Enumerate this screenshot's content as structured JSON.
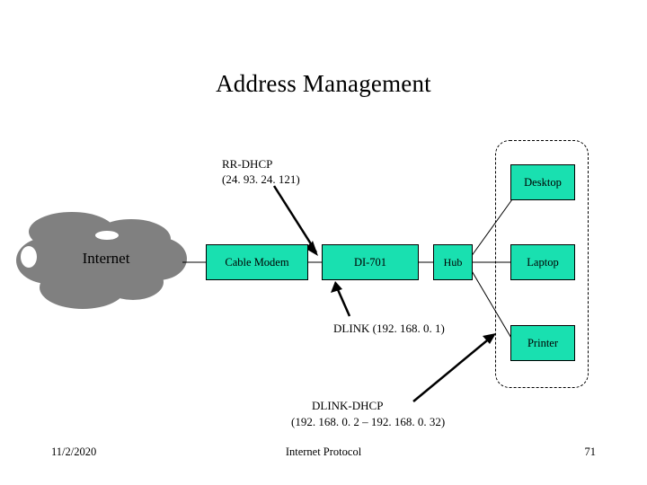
{
  "slide": {
    "title": "Address Management",
    "background_color": "#ffffff",
    "device_fill_color": "#19E0B0",
    "cloud_color": "#808080"
  },
  "cloud": {
    "label": "Internet",
    "name": "internet-cloud"
  },
  "devices": [
    {
      "id": "cable-modem",
      "label": "Cable Modem"
    },
    {
      "id": "di-701",
      "label": "DI-701"
    },
    {
      "id": "hub",
      "label": "Hub"
    },
    {
      "id": "desktop",
      "label": "Desktop"
    },
    {
      "id": "laptop",
      "label": "Laptop"
    },
    {
      "id": "printer",
      "label": "Printer"
    }
  ],
  "annotations": {
    "rr_dhcp_line1": "RR-DHCP",
    "rr_dhcp_line2": "(24. 93. 24. 121)",
    "dlink": "DLINK  (192. 168. 0. 1)",
    "dlink_dhcp_line1": "DLINK-DHCP",
    "dlink_dhcp_line2": "(192. 168. 0. 2 – 192. 168. 0. 32)"
  },
  "footer": {
    "date": "11/2/2020",
    "center": "Internet Protocol",
    "page": "71"
  }
}
